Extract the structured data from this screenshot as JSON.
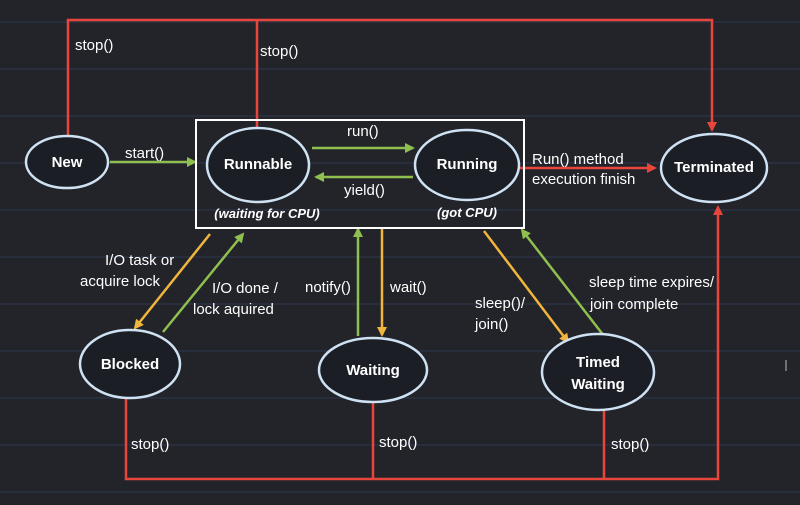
{
  "states": {
    "new": "New",
    "runnable": "Runnable",
    "running": "Running",
    "terminated": "Terminated",
    "blocked": "Blocked",
    "waiting": "Waiting",
    "timed_waiting_1": "Timed",
    "timed_waiting_2": "Waiting"
  },
  "notes": {
    "runnable": "(waiting for CPU)",
    "running": "(got CPU)"
  },
  "transitions": {
    "stop_new": "stop()",
    "stop_runnable": "stop()",
    "start": "start()",
    "run": "run()",
    "yield": "yield()",
    "run_finish_1": "Run() method",
    "run_finish_2": "execution finish",
    "io_task_1": "I/O task or",
    "io_task_2": "acquire lock",
    "io_done_1": "I/O done /",
    "io_done_2": "lock aquired",
    "notify": "notify()",
    "wait": "wait()",
    "sleep_1": "sleep()/",
    "sleep_2": "join()",
    "sleep_expire_1": "sleep time expires/",
    "sleep_expire_2": "join complete",
    "stop_blocked": "stop()",
    "stop_waiting": "stop()",
    "stop_timed": "stop()"
  },
  "colors": {
    "background": "#222429",
    "stop_arrow": "#e8453c",
    "green_arrow": "#8fc04f",
    "orange_arrow": "#f0b53c",
    "node_stroke": "#cfe2f3",
    "guide_line": "#3b4a6e"
  }
}
